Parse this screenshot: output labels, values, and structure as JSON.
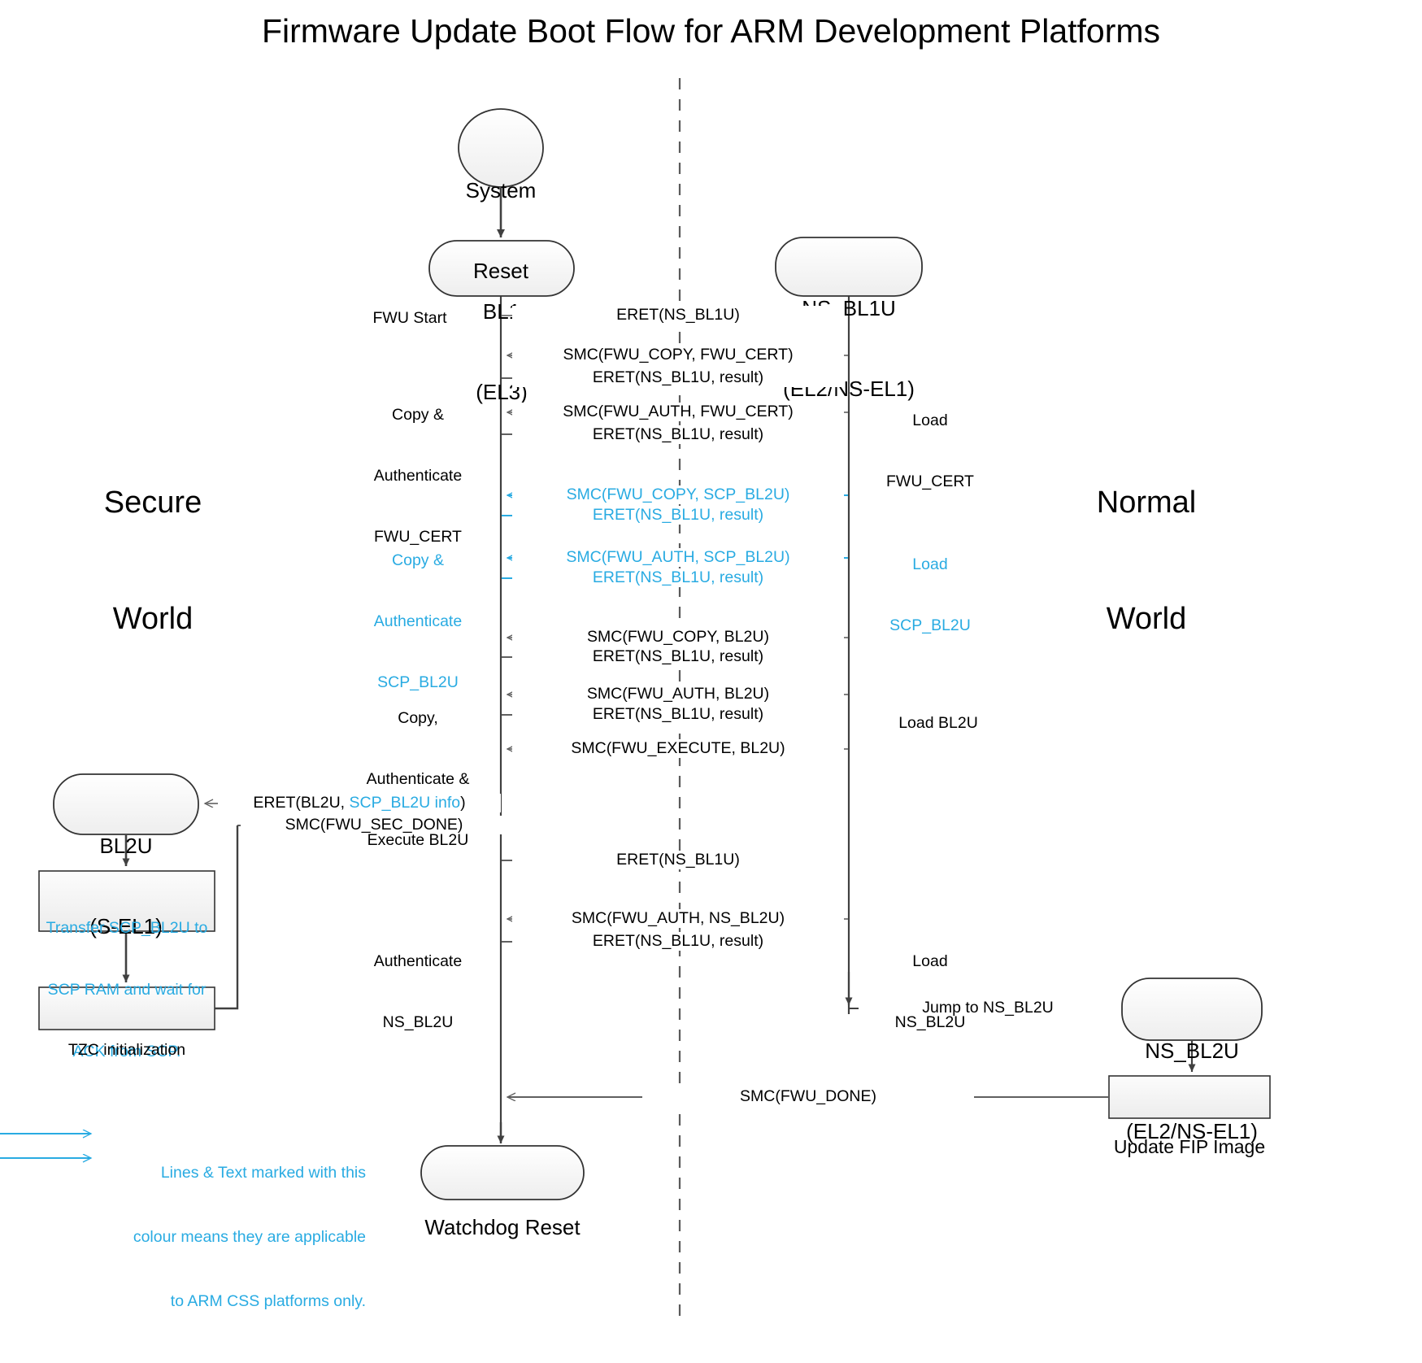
{
  "title": "Firmware Update Boot Flow for ARM Development Platforms",
  "colors": {
    "accent_cyan": "#29ABE2",
    "line_dark": "#404040",
    "line_gray": "#808080",
    "node_fill": "#f4f4f4",
    "text": "#000000"
  },
  "worlds": {
    "secure": "Secure\nWorld",
    "secure_line1": "Secure",
    "secure_line2": "World",
    "normal_line1": "Normal",
    "normal_line2": "World"
  },
  "nodes": {
    "system_reset": {
      "line1": "System",
      "line2": "Reset",
      "shape": "ellipse"
    },
    "bl1": {
      "line1": "BL1",
      "line2": "(EL3)",
      "shape": "rounded"
    },
    "ns_bl1u": {
      "line1": "NS_BL1U",
      "line2": "(EL2/NS-EL1)",
      "shape": "rounded"
    },
    "bl2u": {
      "line1": "BL2U",
      "line2": "(S-EL1)",
      "shape": "rounded"
    },
    "ns_bl2u": {
      "line1": "NS_BL2U",
      "line2": "(EL2/NS-EL1)",
      "shape": "rounded"
    },
    "watchdog_reset": {
      "line1": "Watchdog Reset",
      "shape": "rounded"
    },
    "transfer_box": {
      "line1": "Transfer SCP_BL2U to",
      "line2": "SCP RAM and wait for",
      "line3": "ACK from SCP.",
      "shape": "rect",
      "color": "cyan"
    },
    "tzc_box": {
      "line1": "TZC initialization",
      "shape": "rect",
      "color": "dark"
    },
    "update_fip_box": {
      "line1": "Update FIP Image",
      "shape": "rect",
      "color": "dark"
    }
  },
  "messages": [
    {
      "id": "m1",
      "label": "ERET(NS_BL1U)",
      "dir": "right",
      "color": "dark"
    },
    {
      "id": "m2",
      "label": "SMC(FWU_COPY, FWU_CERT)",
      "dir": "left",
      "color": "dark"
    },
    {
      "id": "m3",
      "label": "ERET(NS_BL1U, result)",
      "dir": "right",
      "color": "dark"
    },
    {
      "id": "m4",
      "label": "SMC(FWU_AUTH, FWU_CERT)",
      "dir": "left",
      "color": "dark"
    },
    {
      "id": "m5",
      "label": "ERET(NS_BL1U, result)",
      "dir": "right",
      "color": "dark"
    },
    {
      "id": "m6",
      "label": "SMC(FWU_COPY, SCP_BL2U)",
      "dir": "left",
      "color": "cyan"
    },
    {
      "id": "m7",
      "label": "ERET(NS_BL1U, result)",
      "dir": "right",
      "color": "cyan"
    },
    {
      "id": "m8",
      "label": "SMC(FWU_AUTH, SCP_BL2U)",
      "dir": "left",
      "color": "cyan"
    },
    {
      "id": "m9",
      "label": "ERET(NS_BL1U, result)",
      "dir": "right",
      "color": "cyan"
    },
    {
      "id": "m10",
      "label": "SMC(FWU_COPY, BL2U)",
      "dir": "left",
      "color": "dark"
    },
    {
      "id": "m11",
      "label": "ERET(NS_BL1U, result)",
      "dir": "right",
      "color": "dark"
    },
    {
      "id": "m12",
      "label": "SMC(FWU_AUTH, BL2U)",
      "dir": "left",
      "color": "dark"
    },
    {
      "id": "m13",
      "label": "ERET(NS_BL1U, result)",
      "dir": "right",
      "color": "dark"
    },
    {
      "id": "m14",
      "label": "SMC(FWU_EXECUTE, BL2U)",
      "dir": "left",
      "color": "dark"
    },
    {
      "id": "m15",
      "label_prefix": "ERET(BL2U, ",
      "label_cyan": "SCP_BL2U info",
      "label_suffix": ")",
      "dir": "left",
      "color": "mixed"
    },
    {
      "id": "m16",
      "label": "SMC(FWU_SEC_DONE)",
      "dir": "right",
      "color": "dark"
    },
    {
      "id": "m17",
      "label": "ERET(NS_BL1U)",
      "dir": "right",
      "color": "dark"
    },
    {
      "id": "m18",
      "label": "SMC(FWU_AUTH, NS_BL2U)",
      "dir": "left",
      "color": "dark"
    },
    {
      "id": "m19",
      "label": "ERET(NS_BL1U, result)",
      "dir": "right",
      "color": "dark"
    },
    {
      "id": "m20",
      "label": "Jump to NS_BL2U",
      "dir": "right",
      "color": "dark"
    },
    {
      "id": "m21",
      "label": "SMC(FWU_DONE)",
      "dir": "left",
      "color": "dark"
    }
  ],
  "annotations": {
    "fwu_start": "FWU Start",
    "copy_auth_cert": {
      "line1": "Copy &",
      "line2": "Authenticate",
      "line3": "FWU_CERT",
      "color": "dark"
    },
    "load_fwu_cert": {
      "line1": "Load",
      "line2": "FWU_CERT",
      "color": "dark"
    },
    "copy_auth_scp": {
      "line1": "Copy &",
      "line2": "Authenticate",
      "line3": "SCP_BL2U",
      "color": "cyan"
    },
    "load_scp_bl2u": {
      "line1": "Load",
      "line2": "SCP_BL2U",
      "color": "cyan"
    },
    "copy_auth_exec_bl2u": {
      "line1": "Copy,",
      "line2": "Authenticate &",
      "line3": "Execute BL2U",
      "color": "dark"
    },
    "load_bl2u": {
      "line1": "Load BL2U",
      "color": "dark"
    },
    "authenticate_ns_bl2u": {
      "line1": "Authenticate",
      "line2": "NS_BL2U",
      "color": "dark"
    },
    "load_ns_bl2u": {
      "line1": "Load",
      "line2": "NS_BL2U",
      "color": "dark"
    }
  },
  "legend": {
    "line1": "Lines & Text marked with this",
    "line2": "colour means they are applicable",
    "line3": "to ARM CSS platforms only."
  }
}
